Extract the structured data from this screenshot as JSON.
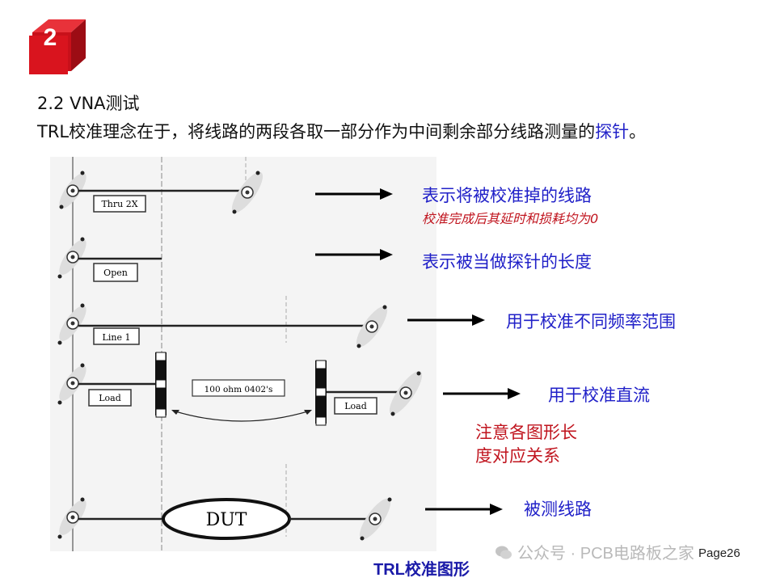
{
  "badge": {
    "number": "2",
    "color": "#d9141e"
  },
  "section_heading": "2.2 VNA测试",
  "intro": {
    "text_before": "TRL校准理念在于，将线路的两段各取一部分作为中间剩余部分线路测量的",
    "highlight": "探针",
    "text_after": "。"
  },
  "diagram": {
    "labels": {
      "thru": "Thru 2X",
      "open": "Open",
      "line": "Line 1",
      "load_left": "Load",
      "load_right": "Load",
      "resistors": "100 ohm 0402's",
      "dut": "DUT"
    }
  },
  "annotations": {
    "thru_main": "表示将被校准掉的线路",
    "thru_sub": "校准完成后其延时和损耗均为0",
    "open": "表示被当做探针的长度",
    "line": "用于校准不同频率范围",
    "load": "用于校准直流",
    "note_line1": "注意各图形长",
    "note_line2": "度对应关系",
    "dut": "被测线路"
  },
  "caption": "TRL校准图形",
  "watermark": "公众号 · PCB电路板之家",
  "page_number": "Page26",
  "colors": {
    "blue_text": "#2020c8",
    "red_text": "#c0141e",
    "caption": "#1a1aa8"
  }
}
